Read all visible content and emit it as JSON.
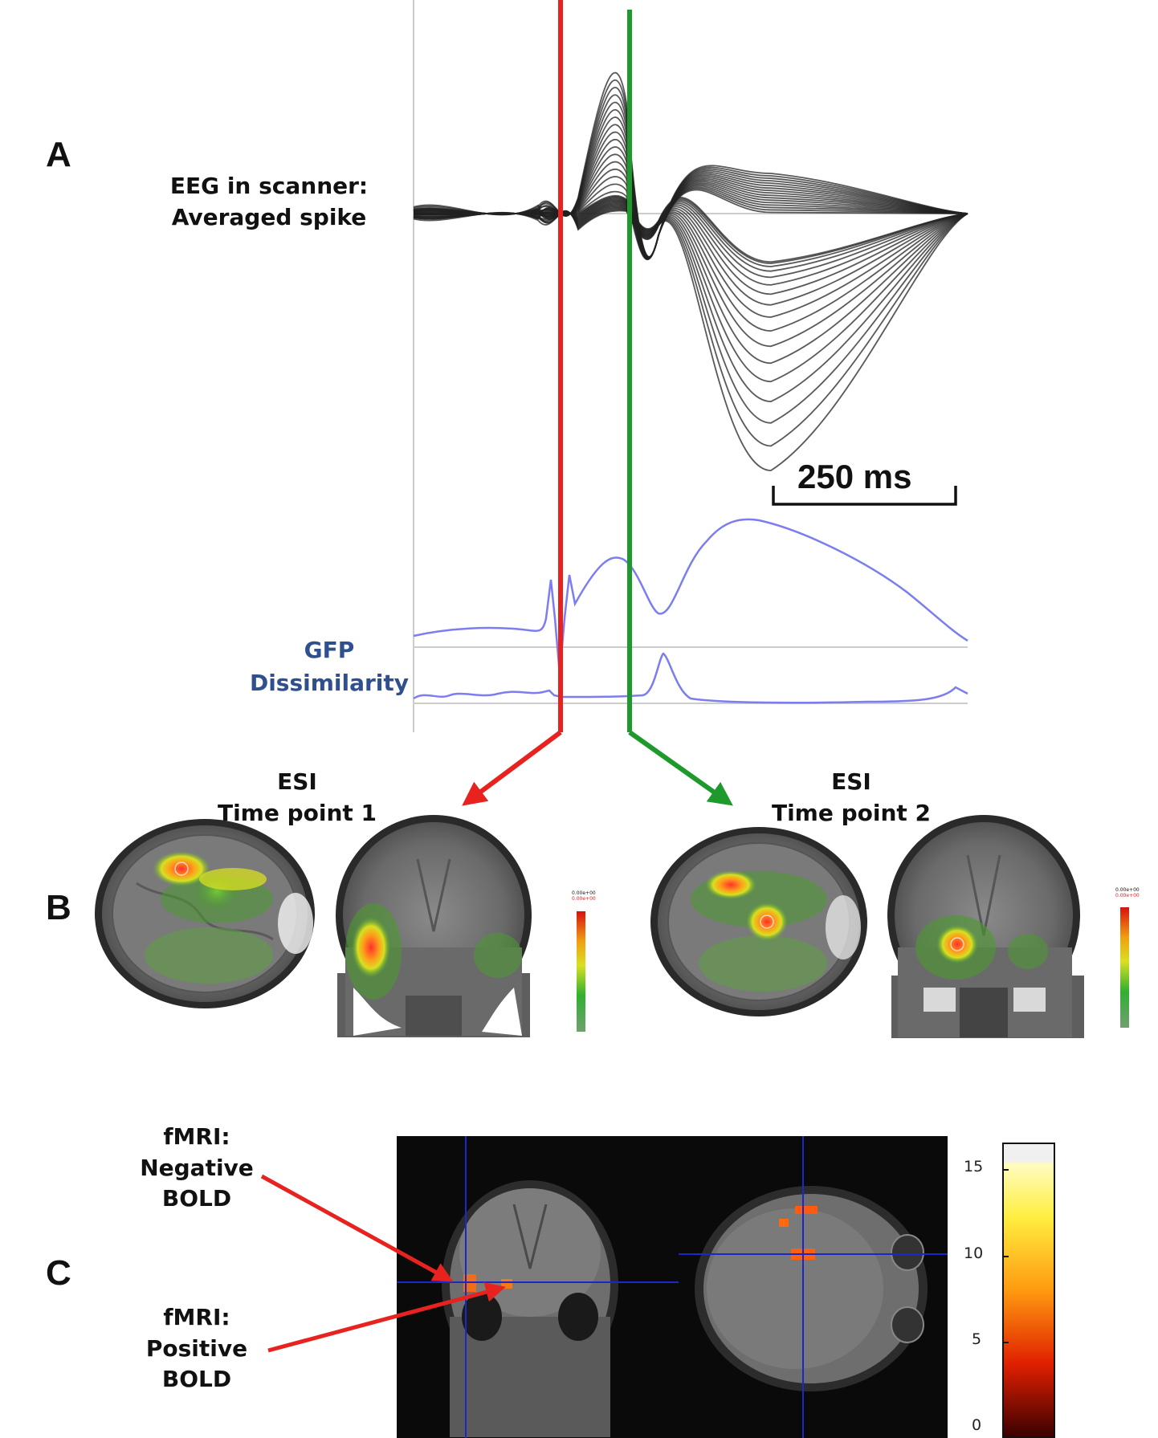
{
  "panels": {
    "a": "A",
    "b": "B",
    "c": "C"
  },
  "panel_a": {
    "eeg_label": [
      "EEG in scanner:",
      "Averaged spike"
    ],
    "gfp_label": "GFP",
    "dissimilarity_label": "Dissimilarity",
    "scale_bar": "250 ms"
  },
  "panel_b": {
    "esi_left": [
      "ESI",
      "Time point 1"
    ],
    "esi_right": [
      "ESI",
      "Time point 2"
    ],
    "colorbar_left_text": [
      "0.00e+00",
      "0.00e+00"
    ],
    "colorbar_right_text": [
      "0.00e+00",
      "0.00e+00"
    ]
  },
  "panel_c": {
    "negative_label": [
      "fMRI:",
      "Negative",
      "BOLD"
    ],
    "positive_label": [
      "fMRI:",
      "Positive",
      "BOLD"
    ],
    "colorbar_ticks": [
      "15",
      "10",
      "5",
      "0"
    ]
  },
  "colors": {
    "marker_time_point_1": "#e8231f",
    "marker_time_point_2": "#1e9a2c",
    "gfp_trace": "#7b7df0",
    "eeg_trace": "#222222"
  }
}
